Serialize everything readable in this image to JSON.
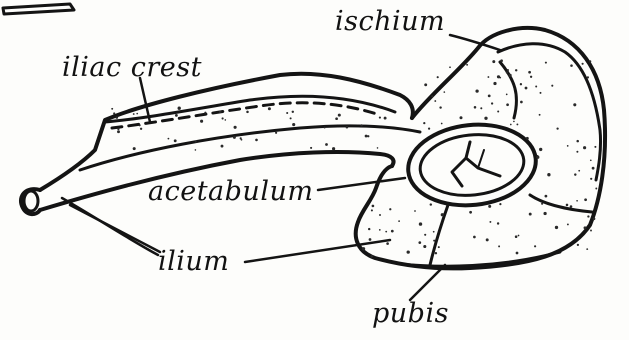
{
  "figure": {
    "ink_color": "#141414",
    "paper_color": "#fdfdfb",
    "labels": {
      "ischium": "ischium",
      "iliac_crest": "iliac crest",
      "acetabulum": "acetabulum",
      "ilium": "ilium",
      "pubis": "pubis"
    }
  }
}
